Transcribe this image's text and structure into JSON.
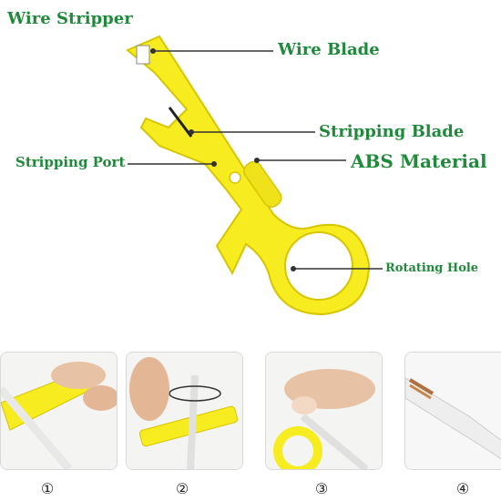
{
  "labels": {
    "title": "Wire Stripper",
    "wire_blade": "Wire Blade",
    "stripping_blade": "Stripping Blade",
    "abs_material": "ABS Material",
    "stripping_port": "Stripping Port",
    "rotating_hole": "Rotating Hole"
  },
  "steps": [
    "①",
    "②",
    "③",
    "④"
  ],
  "colors": {
    "label_green": "#1f8a3a",
    "tool_yellow": "#f7ec1f",
    "tool_edge": "#d6c500"
  }
}
